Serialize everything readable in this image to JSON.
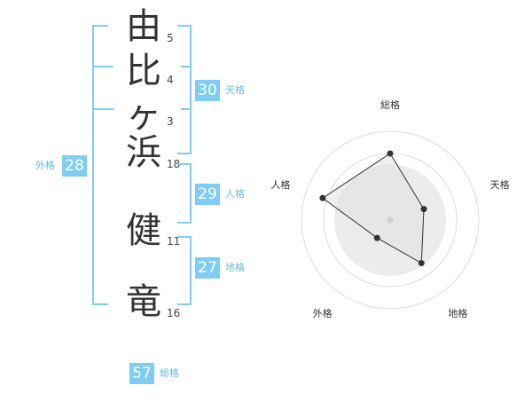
{
  "name_chars": [
    {
      "char": "由",
      "strokes": "5"
    },
    {
      "char": "比",
      "strokes": "4"
    },
    {
      "char": "ヶ",
      "strokes": "3"
    },
    {
      "char": "浜",
      "strokes": "18"
    },
    {
      "char": "健",
      "strokes": "11"
    },
    {
      "char": "竜",
      "strokes": "16"
    }
  ],
  "gaikaku": {
    "value": "28",
    "label": "外格"
  },
  "tenkaku": {
    "value": "30",
    "label": "天格"
  },
  "jinkaku": {
    "value": "29",
    "label": "人格"
  },
  "chikaku": {
    "value": "27",
    "label": "地格"
  },
  "soukaku": {
    "value": "57",
    "label": "総格"
  },
  "colors": {
    "accent": "#80cdf3",
    "accent_text": "#63bde9",
    "text": "#333333"
  },
  "chart_data": {
    "type": "radar",
    "axes": [
      "総格",
      "天格",
      "地格",
      "外格",
      "人格"
    ],
    "values": [
      0.75,
      0.4,
      0.6,
      0.25,
      0.8
    ],
    "max": 1
  }
}
